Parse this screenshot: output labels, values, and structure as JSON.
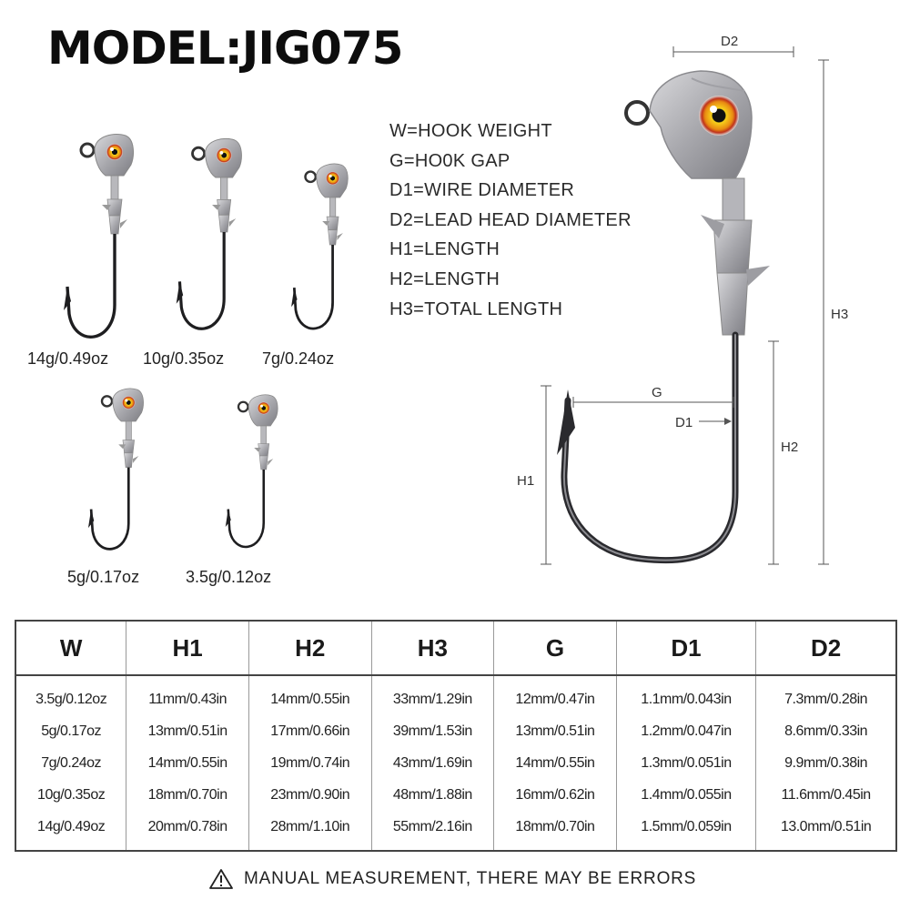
{
  "header": {
    "title": "MODEL:JIG075"
  },
  "legend": [
    "W=HOOK WEIGHT",
    "G=HO0K GAP",
    "D1=WIRE DIAMETER",
    "D2=LEAD HEAD DIAMETER",
    "H1=LENGTH",
    "H2=LENGTH",
    "H3=TOTAL LENGTH"
  ],
  "hooks": [
    {
      "label": "14g/0.49oz"
    },
    {
      "label": "10g/0.35oz"
    },
    {
      "label": "7g/0.24oz"
    },
    {
      "label": "5g/0.17oz"
    },
    {
      "label": "3.5g/0.12oz"
    }
  ],
  "diagram": {
    "d2": "D2",
    "h3": "H3",
    "h2": "H2",
    "h1": "H1",
    "g": "G",
    "d1": "D1"
  },
  "table": {
    "headers": [
      "W",
      "H1",
      "H2",
      "H3",
      "G",
      "D1",
      "D2"
    ],
    "rows": [
      [
        "3.5g/0.12oz",
        "11mm/0.43in",
        "14mm/0.55in",
        "33mm/1.29in",
        "12mm/0.47in",
        "1.1mm/0.043in",
        "7.3mm/0.28in"
      ],
      [
        "5g/0.17oz",
        "13mm/0.51in",
        "17mm/0.66in",
        "39mm/1.53in",
        "13mm/0.51in",
        "1.2mm/0.047in",
        "8.6mm/0.33in"
      ],
      [
        "7g/0.24oz",
        "14mm/0.55in",
        "19mm/0.74in",
        "43mm/1.69in",
        "14mm/0.55in",
        "1.3mm/0.051in",
        "9.9mm/0.38in"
      ],
      [
        "10g/0.35oz",
        "18mm/0.70in",
        "23mm/0.90in",
        "48mm/1.88in",
        "16mm/0.62in",
        "1.4mm/0.055in",
        "11.6mm/0.45in"
      ],
      [
        "14g/0.49oz",
        "20mm/0.78in",
        "28mm/1.10in",
        "55mm/2.16in",
        "18mm/0.70in",
        "1.5mm/0.059in",
        "13.0mm/0.51in"
      ]
    ]
  },
  "footer": {
    "warning": "MANUAL MEASUREMENT, THERE MAY BE ERRORS",
    "icon": "warning-triangle-icon"
  }
}
